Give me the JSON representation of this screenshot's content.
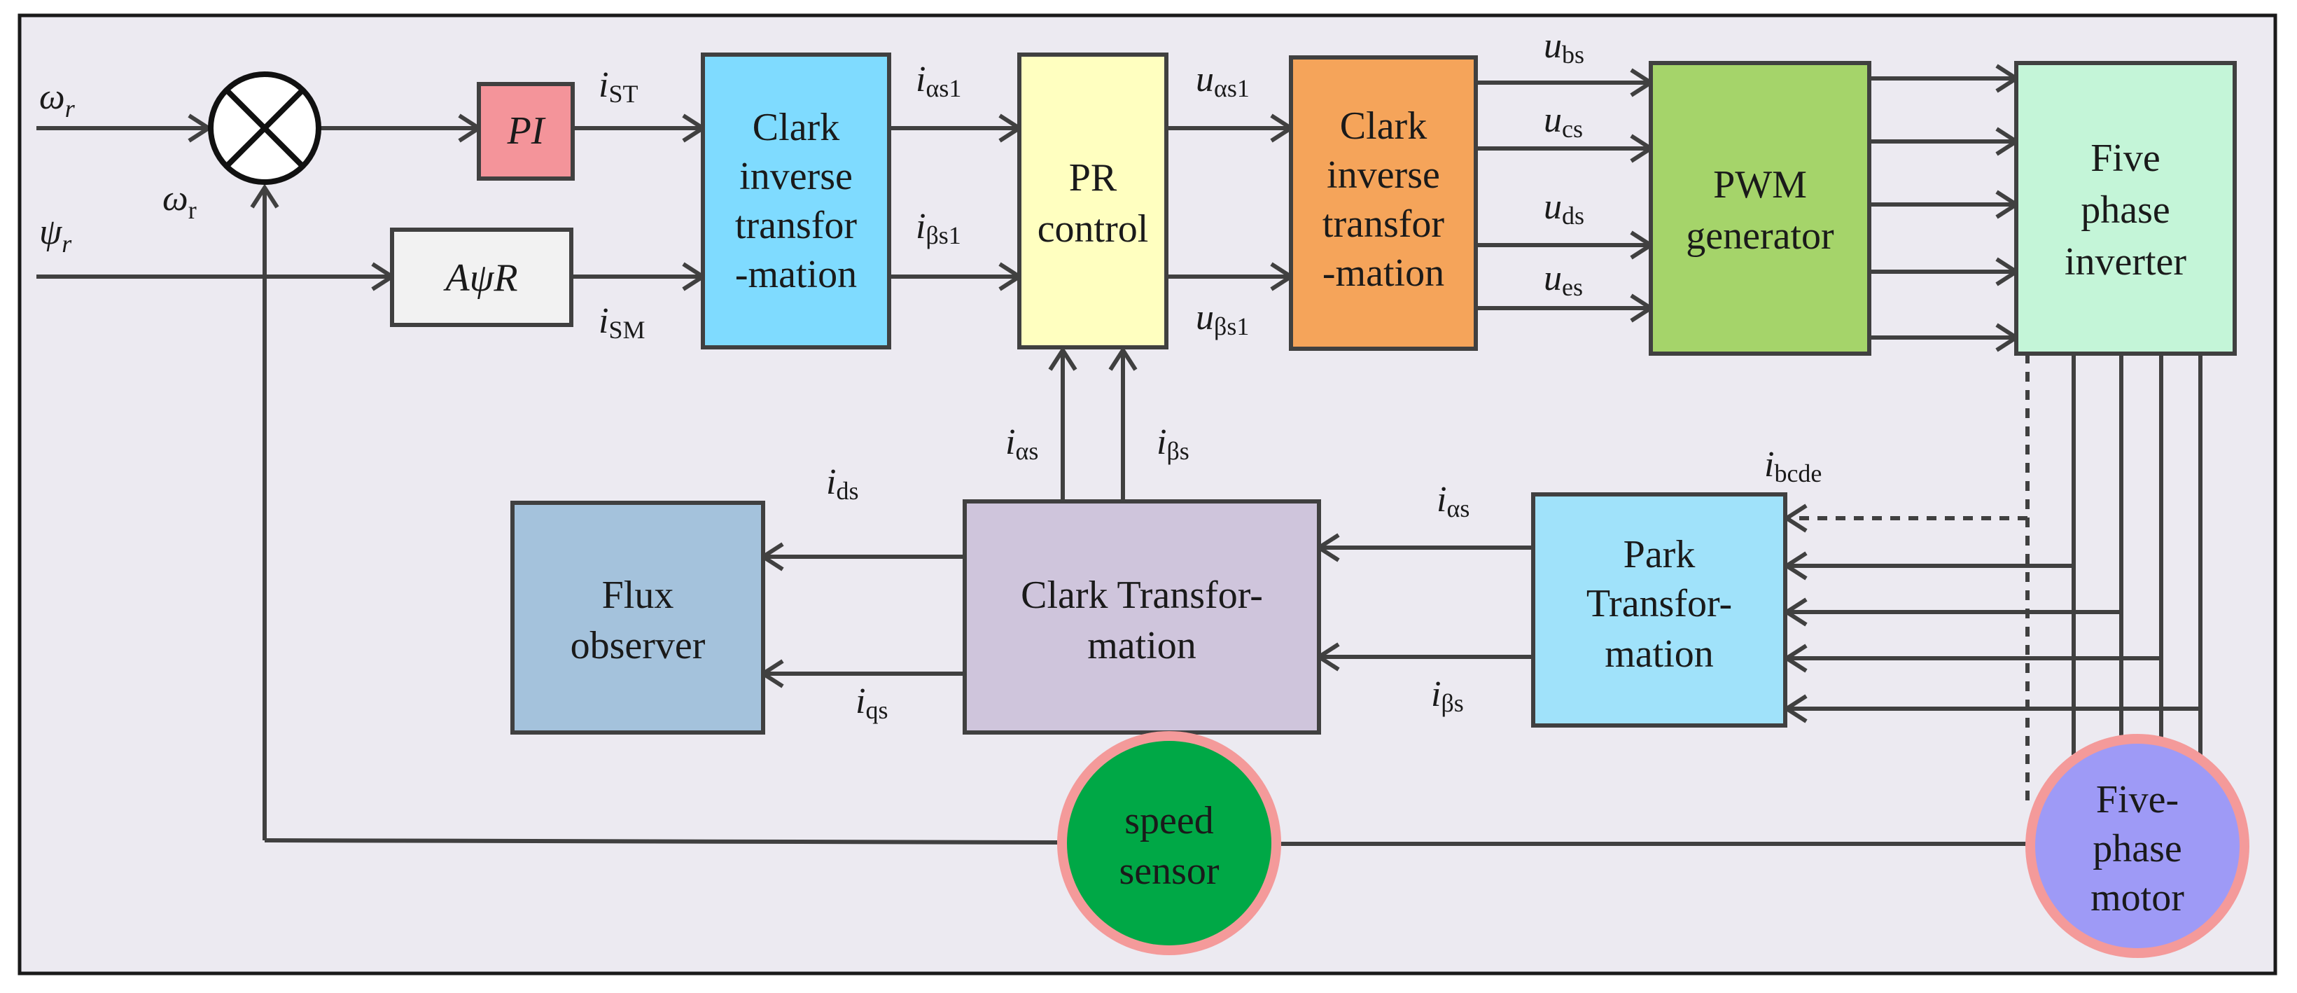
{
  "colors": {
    "background": "#ECEAF1",
    "pi_block": "#F4949A",
    "apsir_block": "#F2F2F2",
    "clark_inverse_1": "#7FDBFF",
    "pr_control": "#FFFFC0",
    "clark_inverse_2": "#F5A45A",
    "pwm_generator": "#A5D46A",
    "five_phase_inverter": "#C4F5D8",
    "flux_observer": "#A4C2DC",
    "clark_transformation": "#CFC5DC",
    "park_transformation": "#A0E2FA",
    "speed_sensor": "#00A846",
    "five_phase_motor": "#9E9AF6",
    "circle_ring": "#F49A9A"
  },
  "inputs": {
    "omega_r": "ω",
    "omega_r_sub": "r",
    "psi_r": "ψ",
    "psi_r_sub": "r",
    "omega_feedback": "ω",
    "omega_feedback_sub": "r"
  },
  "blocks": {
    "pi": "PI",
    "apsir": "AψR",
    "clark_inverse_1": [
      "Clark",
      "inverse",
      "transfor",
      "-mation"
    ],
    "pr_control": [
      "PR",
      "control"
    ],
    "clark_inverse_2": [
      "Clark",
      "inverse",
      "transfor",
      "-mation"
    ],
    "pwm_generator": [
      "PWM",
      "generator"
    ],
    "five_phase_inverter": [
      "Five",
      "phase",
      "inverter"
    ],
    "flux_observer": [
      "Flux",
      "observer"
    ],
    "clark_transformation": [
      "Clark Transfor-",
      "mation"
    ],
    "park_transformation": [
      "Park",
      "Transfor-",
      "mation"
    ],
    "speed_sensor": [
      "speed",
      "sensor"
    ],
    "five_phase_motor": [
      "Five-",
      "phase",
      "motor"
    ]
  },
  "signals": {
    "i_st": {
      "main": "i",
      "sub": "ST"
    },
    "i_sm": {
      "main": "i",
      "sub": "SM"
    },
    "i_as1": {
      "main": "i",
      "sub": "αs1"
    },
    "i_bs1": {
      "main": "i",
      "sub": "βs1"
    },
    "u_as1": {
      "main": "u",
      "sub": "αs1"
    },
    "u_bs1": {
      "main": "u",
      "sub": "βs1"
    },
    "u_bs": {
      "main": "u",
      "sub": "bs"
    },
    "u_cs": {
      "main": "u",
      "sub": "cs"
    },
    "u_ds": {
      "main": "u",
      "sub": "ds"
    },
    "u_es": {
      "main": "u",
      "sub": "es"
    },
    "i_as_fb": {
      "main": "i",
      "sub": "αs"
    },
    "i_bs_fb": {
      "main": "i",
      "sub": "βs"
    },
    "i_ds": {
      "main": "i",
      "sub": "ds"
    },
    "i_qs": {
      "main": "i",
      "sub": "qs"
    },
    "i_as_park": {
      "main": "i",
      "sub": "αs"
    },
    "i_bs_park": {
      "main": "i",
      "sub": "βs"
    },
    "i_bcde": {
      "main": "i",
      "sub": "bcde"
    }
  }
}
